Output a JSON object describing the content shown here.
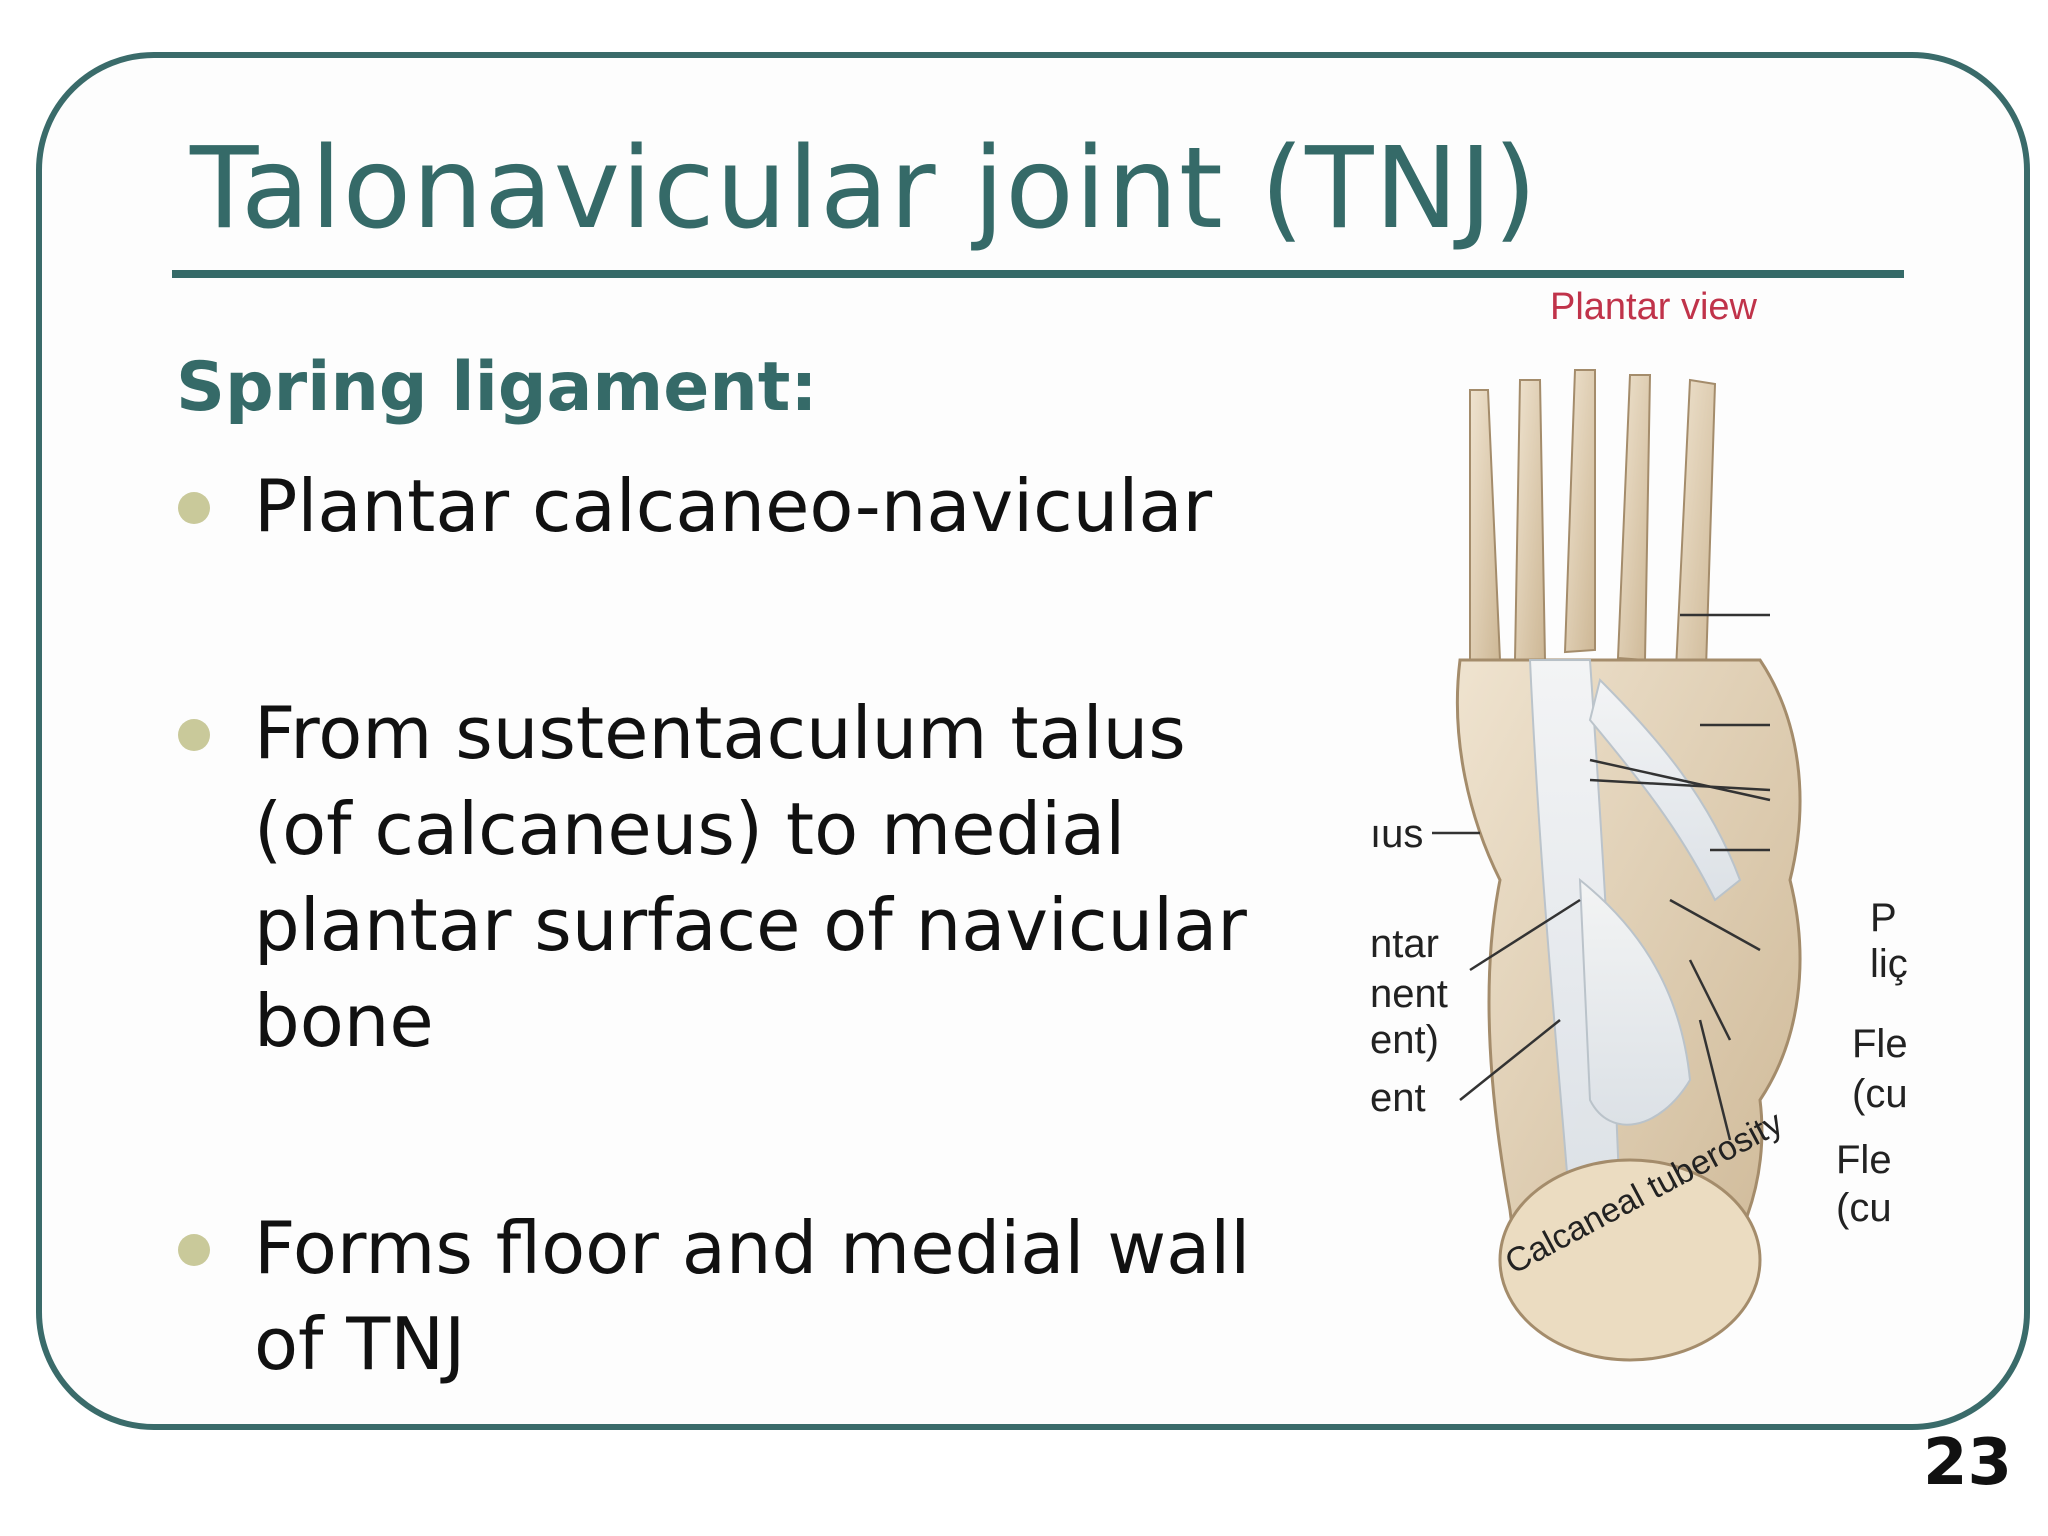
{
  "slide": {
    "title": "Talonavicular joint (TNJ)",
    "subheading": "Spring ligament:",
    "bullets": [
      "Plantar calcaneo-navicular",
      "From sustentaculum talus (of calcaneus) to medial plantar surface of navicular bone",
      "Forms floor and medial wall of TNJ"
    ],
    "page_number": "23"
  },
  "figure": {
    "view_label": "Plantar view",
    "calcaneal_label": "Calcaneal tuberosity",
    "left_labels": [
      "ıus",
      "ntar",
      "nent",
      "ent)",
      "ent"
    ],
    "right_labels": [
      "P",
      "liç",
      "Fle",
      "(cu",
      "Fle",
      "(cu"
    ]
  },
  "colors": {
    "accent": "#356a68",
    "bullet": "#c9c99a",
    "figure_label": "#c0334a"
  }
}
